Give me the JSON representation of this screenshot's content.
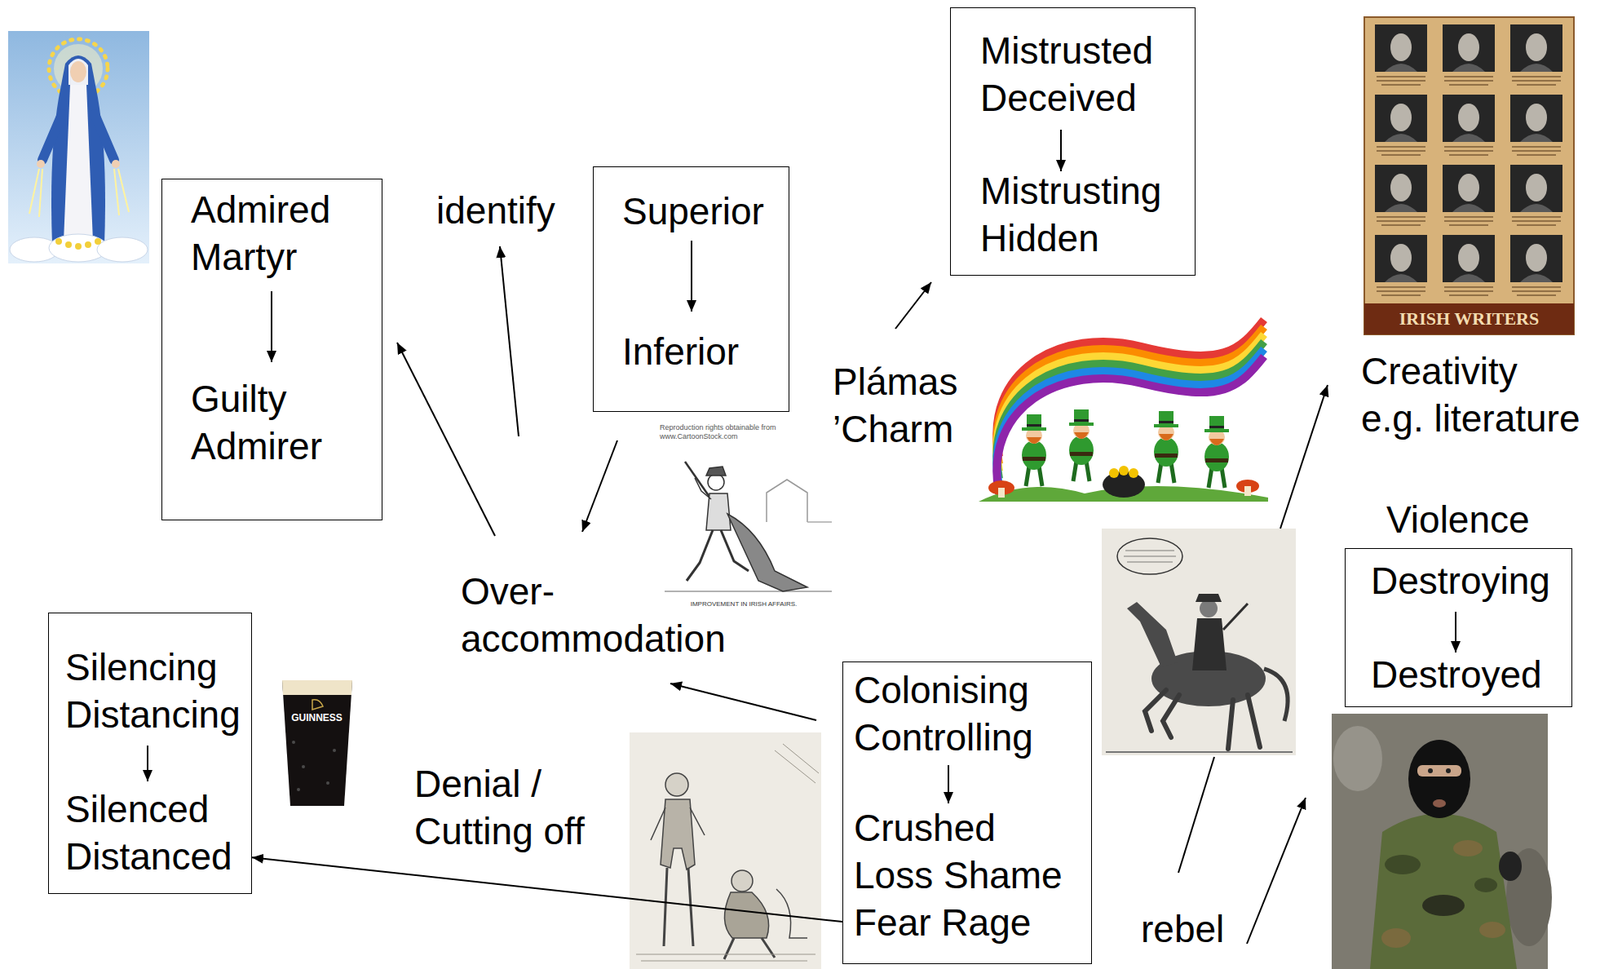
{
  "diagram": {
    "nodes": [
      {
        "text": [
          "Admired Martyr",
          "Guilty Admirer"
        ]
      },
      {
        "text": [
          "Superior",
          "Inferior"
        ]
      },
      {
        "text": [
          "Mistrusted Deceived",
          "Mistrusting Hidden"
        ]
      },
      {
        "text": [
          "Silencing Distancing",
          "Silenced Distanced"
        ]
      },
      {
        "text": [
          "Colonising Controlling",
          "Crushed Loss Shame Fear Rage"
        ]
      },
      {
        "text": [
          "Violence",
          "Destroying",
          "Destroyed"
        ]
      }
    ],
    "edges": [
      {
        "from": 4,
        "to": 3,
        "label": "Denial / Cutting off",
        "arrow": "to"
      }
    ],
    "labels": [
      "identify",
      "Over- accommodation",
      "Plámas ’Charm",
      "Creativity e.g. literature",
      "rebel",
      "IRISH WRITERS",
      "GUINNESS",
      "Reproduction rights obtainable from www.CartoonStock.com",
      "IMPROVEMENT IN IRISH AFFAIRS."
    ]
  }
}
